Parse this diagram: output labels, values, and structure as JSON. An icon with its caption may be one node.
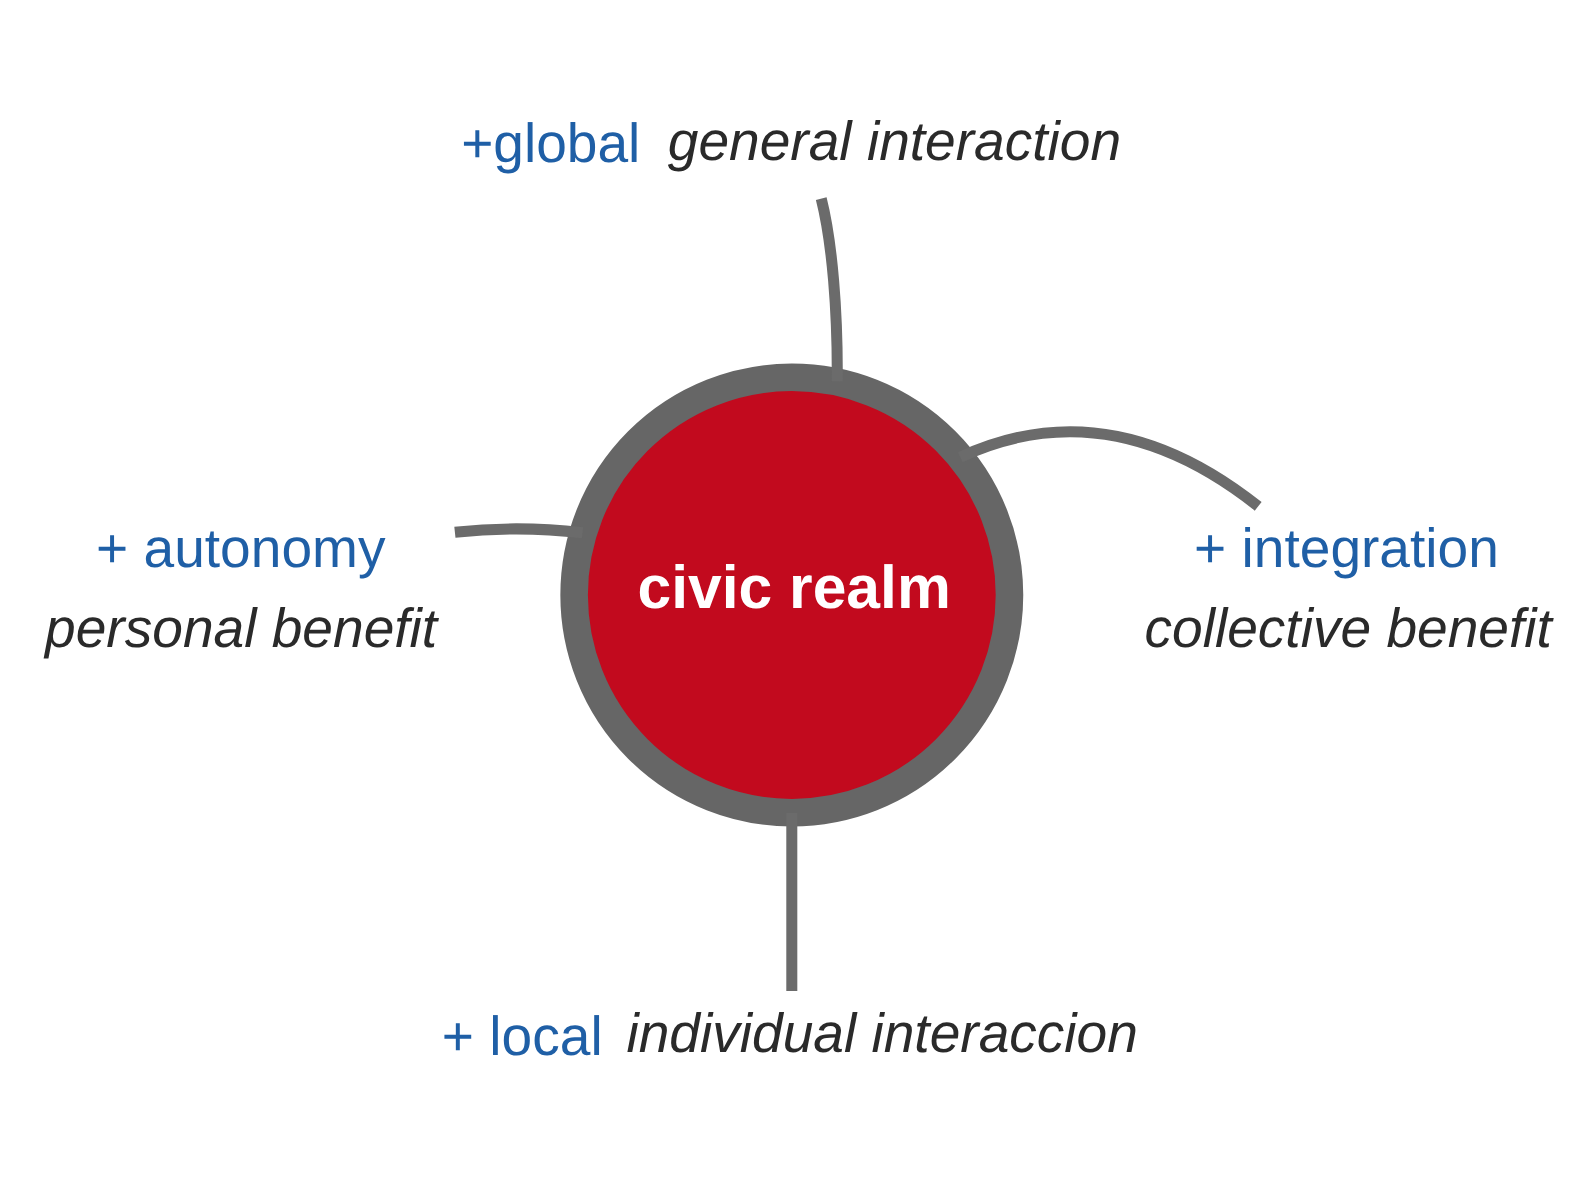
{
  "diagram": {
    "nodes": [
      {
        "text": [
          "+global",
          "general interaction"
        ]
      },
      {
        "text": [
          "+ autonomy",
          "personal benefit"
        ]
      },
      {
        "text": [
          "civic realm"
        ]
      },
      {
        "text": [
          "+ integration",
          "collective benefit"
        ]
      },
      {
        "text": [
          "+ local",
          "individual interaccion"
        ]
      }
    ],
    "edges": [
      {
        "from": 2,
        "to": 0,
        "arrow": "none"
      },
      {
        "from": 2,
        "to": 1,
        "arrow": "none"
      },
      {
        "from": 2,
        "to": 3,
        "arrow": "none"
      },
      {
        "from": 2,
        "to": 4,
        "arrow": "none"
      }
    ]
  }
}
